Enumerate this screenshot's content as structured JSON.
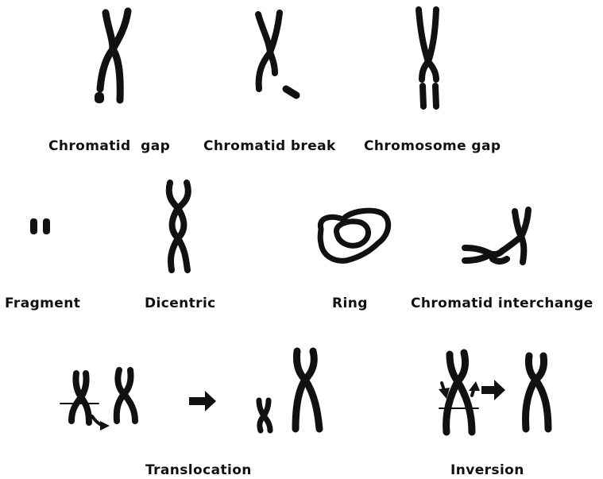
{
  "labels": {
    "chromatid_gap": "Chromatid  gap",
    "chromatid_break": "Chromatid break",
    "chromosome_gap": "Chromosome gap",
    "fragment": "Fragment",
    "dicentric": "Dicentric",
    "ring": "Ring",
    "chromatid_interchange": "Chromatid interchange",
    "translocation": "Translocation",
    "inversion": "Inversion"
  },
  "colors": {
    "ink": "#111111",
    "background": "#ffffff"
  }
}
